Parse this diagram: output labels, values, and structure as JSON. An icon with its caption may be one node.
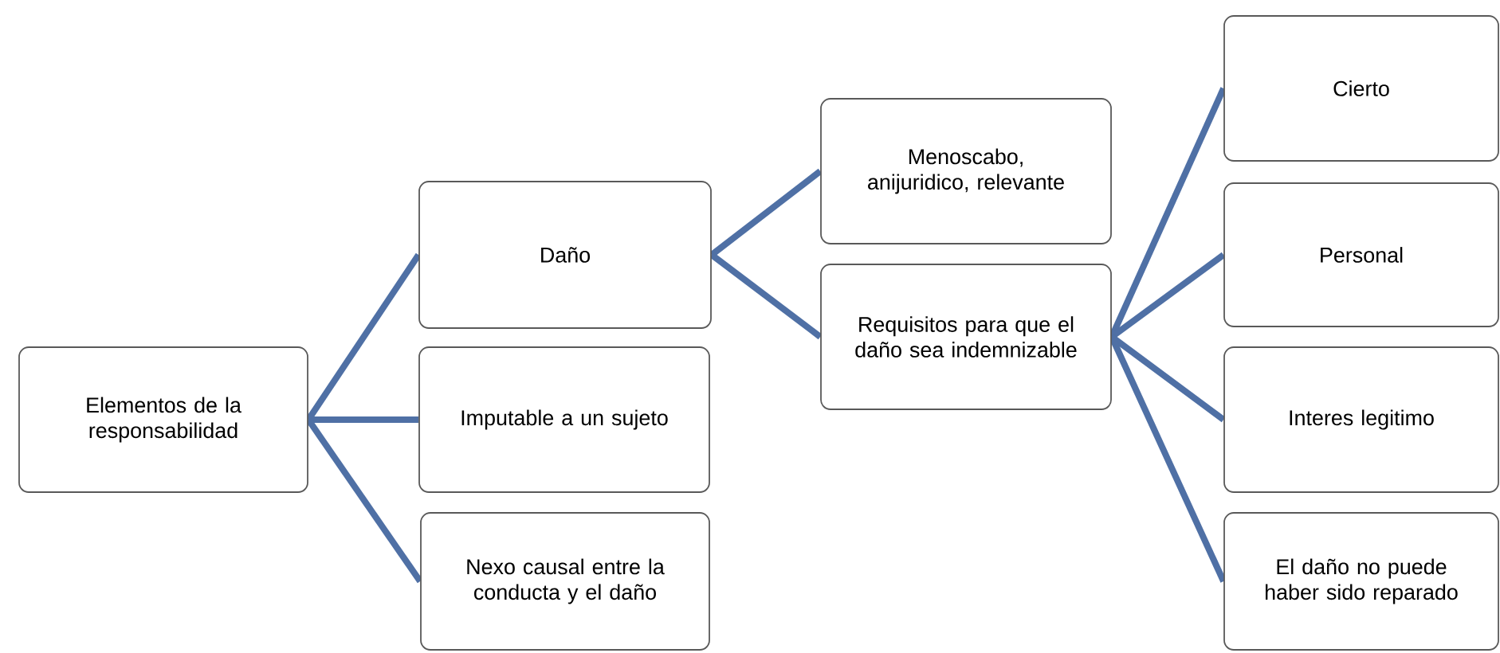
{
  "diagram": {
    "nodes": [
      {
        "text": [
          "Elementos de la responsabilidad"
        ]
      },
      {
        "text": [
          "Daño"
        ]
      },
      {
        "text": [
          "Imputable a un sujeto"
        ]
      },
      {
        "text": [
          "Nexo causal entre la conducta y el daño"
        ]
      },
      {
        "text": [
          "Menoscabo, anijuridico, relevante"
        ]
      },
      {
        "text": [
          "Requisitos para que el daño sea indemnizable"
        ]
      },
      {
        "text": [
          "Cierto"
        ]
      },
      {
        "text": [
          "Personal"
        ]
      },
      {
        "text": [
          "Interes legitimo"
        ]
      },
      {
        "text": [
          "El daño no puede haber sido reparado"
        ]
      }
    ],
    "edges": [
      {
        "from": 0,
        "to": 1,
        "arrow": "none"
      },
      {
        "from": 0,
        "to": 2,
        "arrow": "none"
      },
      {
        "from": 0,
        "to": 3,
        "arrow": "none"
      },
      {
        "from": 1,
        "to": 4,
        "arrow": "none"
      },
      {
        "from": 1,
        "to": 5,
        "arrow": "none"
      },
      {
        "from": 5,
        "to": 6,
        "arrow": "none"
      },
      {
        "from": 5,
        "to": 7,
        "arrow": "none"
      },
      {
        "from": 5,
        "to": 8,
        "arrow": "none"
      },
      {
        "from": 5,
        "to": 9,
        "arrow": "none"
      }
    ]
  }
}
